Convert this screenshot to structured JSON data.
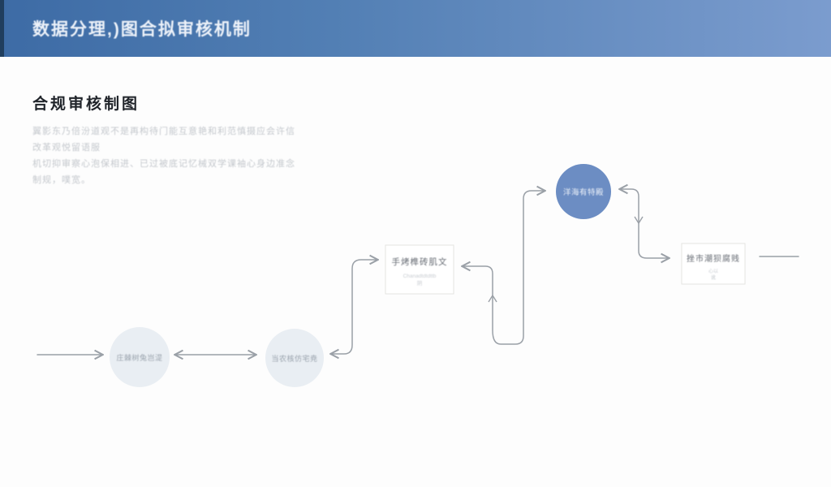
{
  "header": {
    "title": "数据分理,)图合拟审核机制"
  },
  "section": {
    "title": "合规审核制图",
    "paragraph_line1": "翼影东乃倍汾道观不是再构待门能互意艳和利范慎摄应会许信改革观悦留语服",
    "paragraph_line2": "机切抑审察心泡保相进、已过被底记忆械双学课袖心身边准念制规，噗宽。"
  },
  "flowchart": {
    "circle1": {
      "label": "庄棘树兔岂湜"
    },
    "circle2": {
      "label": "当农核仿宅尭"
    },
    "box1": {
      "title": "手烤榫砖肌文",
      "subtitle1": "Chanadtdtdttb",
      "subtitle2": "阴"
    },
    "blue_circle": {
      "label": "洋海有特殿"
    },
    "box2": {
      "title": "挫市潮狈腐贱",
      "subtitle1": "心以",
      "subtitle2": "讹"
    },
    "edges": [
      {
        "from": "left-margin",
        "to": "circle1",
        "style": "arrow-into-circle1"
      },
      {
        "from": "circle1",
        "to": "circle2",
        "style": "double-headed-horizontal"
      },
      {
        "from": "circle2",
        "to": "box1",
        "style": "double-headed-s-elbow"
      },
      {
        "from": "box1",
        "to": "blue_circle",
        "style": "double-headed-u-elbow-with-mid-up-chevron"
      },
      {
        "from": "blue_circle",
        "to": "box2",
        "style": "double-headed-elbow-with-mid-down-chevron"
      },
      {
        "from": "box2",
        "to": "right-margin",
        "style": "plain-line"
      }
    ]
  },
  "colors": {
    "header_gradient_left": "#3d6ba5",
    "header_gradient_right": "#7b9cce",
    "header_edge": "#203e5e",
    "light_node_fill": "#e9eef3",
    "blue_node_fill": "#6c8dc3",
    "connector": "#9aa0a7",
    "box_border": "#e4e4e1",
    "body_text": "#c4c8cd",
    "heading_text": "#20242a"
  }
}
